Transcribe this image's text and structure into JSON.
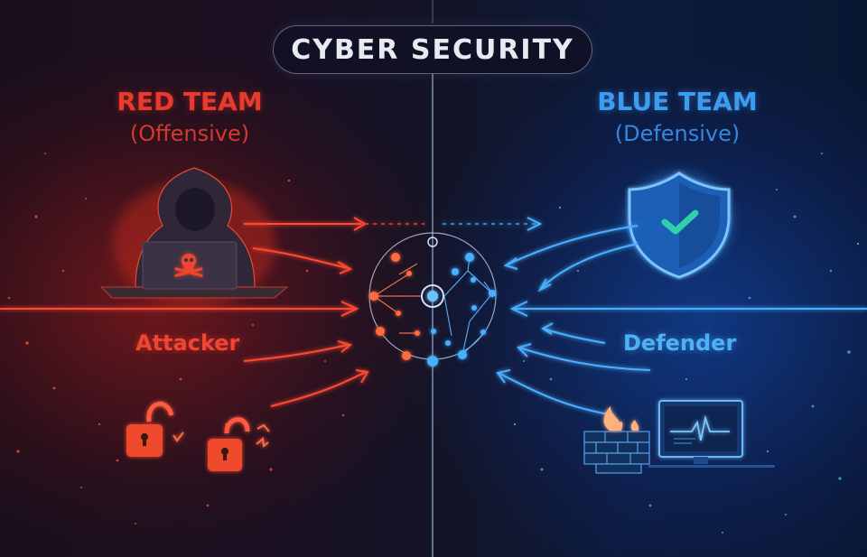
{
  "header": {
    "title": "CYBER SECURITY"
  },
  "red_team": {
    "title": "RED TEAM",
    "subtitle": "(Offensive)",
    "role": "Attacker",
    "color": "#e63b2e",
    "icons": [
      "hooded-hacker-icon",
      "laptop-skull-icon",
      "broken-padlock-icon",
      "broken-padlock-icon"
    ]
  },
  "blue_team": {
    "title": "BLUE TEAM",
    "subtitle": "(Defensive)",
    "role": "Defender",
    "color": "#3d9bf0",
    "icons": [
      "shield-check-icon",
      "firewall-icon",
      "monitor-heartbeat-icon"
    ]
  },
  "center": {
    "icon": "network-globe-icon"
  },
  "colors": {
    "background": "#0d0f1e",
    "red_accent": "#e63b2e",
    "blue_accent": "#3d9bf0",
    "check": "#2fd0a8"
  }
}
